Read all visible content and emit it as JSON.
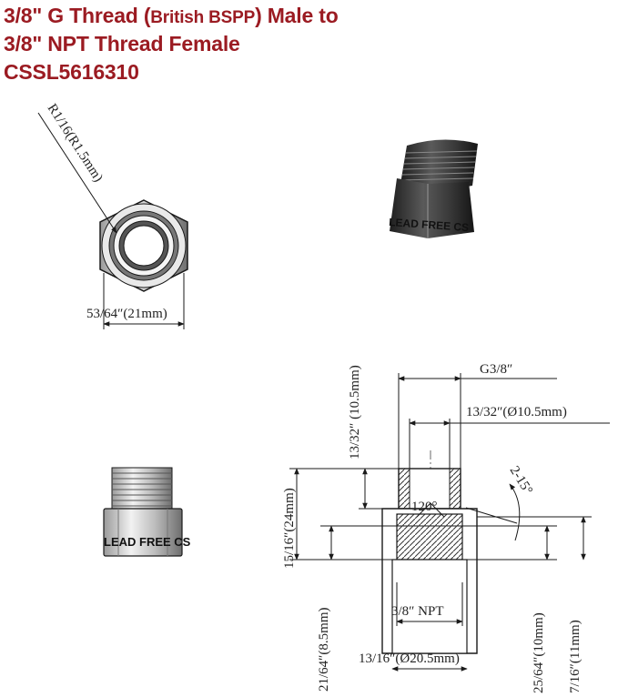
{
  "title": {
    "line1_start": "3/8\" G Thread (",
    "line1_small": "British BSPP",
    "line1_end": ") Male to",
    "line2": "3/8\" NPT Thread Female",
    "line3": "CSSL5616310"
  },
  "end_view": {
    "thread_callout": "R1/16(R1.5mm)",
    "hex_width": "53/64″(21mm)"
  },
  "photo": {
    "badge": "LEAD FREE CS"
  },
  "side_view": {
    "badge": "LEAD FREE CS"
  },
  "section": {
    "male_thread": "G3/8″",
    "male_thread_dia": "13/32″(Ø10.5mm)",
    "male_length": "13/32″ (10.5mm)",
    "overall_length": "15/16″(24mm)",
    "chamfer": "2-15°",
    "cone_angle": "120°",
    "hex_height": "21/64″(8.5mm)",
    "female_thread": "3/8″ NPT",
    "body_dia": "13/16″(Ø20.5mm)",
    "thread_depth": "25/64″(10mm)",
    "female_length": "7/16″(11mm)"
  },
  "colors": {
    "title": "#9b1b22",
    "metal_dark": "#3b3b3b",
    "metal_light": "#d6d6d6"
  }
}
